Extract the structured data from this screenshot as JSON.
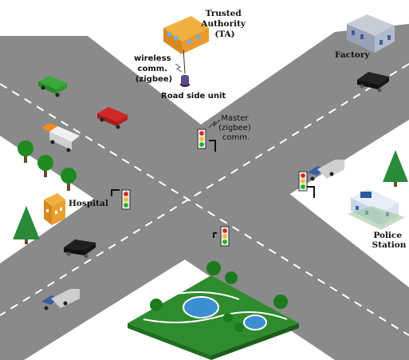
{
  "labels": {
    "ta": [
      "Trusted",
      "Authority",
      "(TA)"
    ],
    "wireless": [
      "wireless",
      "comm.",
      "(zigbee)"
    ],
    "rsu": "Road side unit",
    "master": [
      "Master",
      "(zigbee)",
      "comm."
    ],
    "factory": "Factory",
    "hospital": "Hospital",
    "police": [
      "Police",
      "Station"
    ]
  },
  "icons": {
    "building": "trusted-authority-building-icon",
    "rsu": "road-side-unit-icon",
    "factory": "factory-icon",
    "hospital": "hospital-icon",
    "police": "police-station-icon",
    "park": "park-icon",
    "traffic_light": "traffic-light-icon",
    "car": "car-icon",
    "truck": "truck-icon",
    "tree": "tree-icon"
  },
  "colors": {
    "road": "#8a8a8a",
    "lane": "#ffffff",
    "grass": "#2e8b2e",
    "water": "#3a8fd0",
    "signal_red": "#e02020",
    "signal_yellow": "#f0c020",
    "signal_green": "#20b020"
  }
}
